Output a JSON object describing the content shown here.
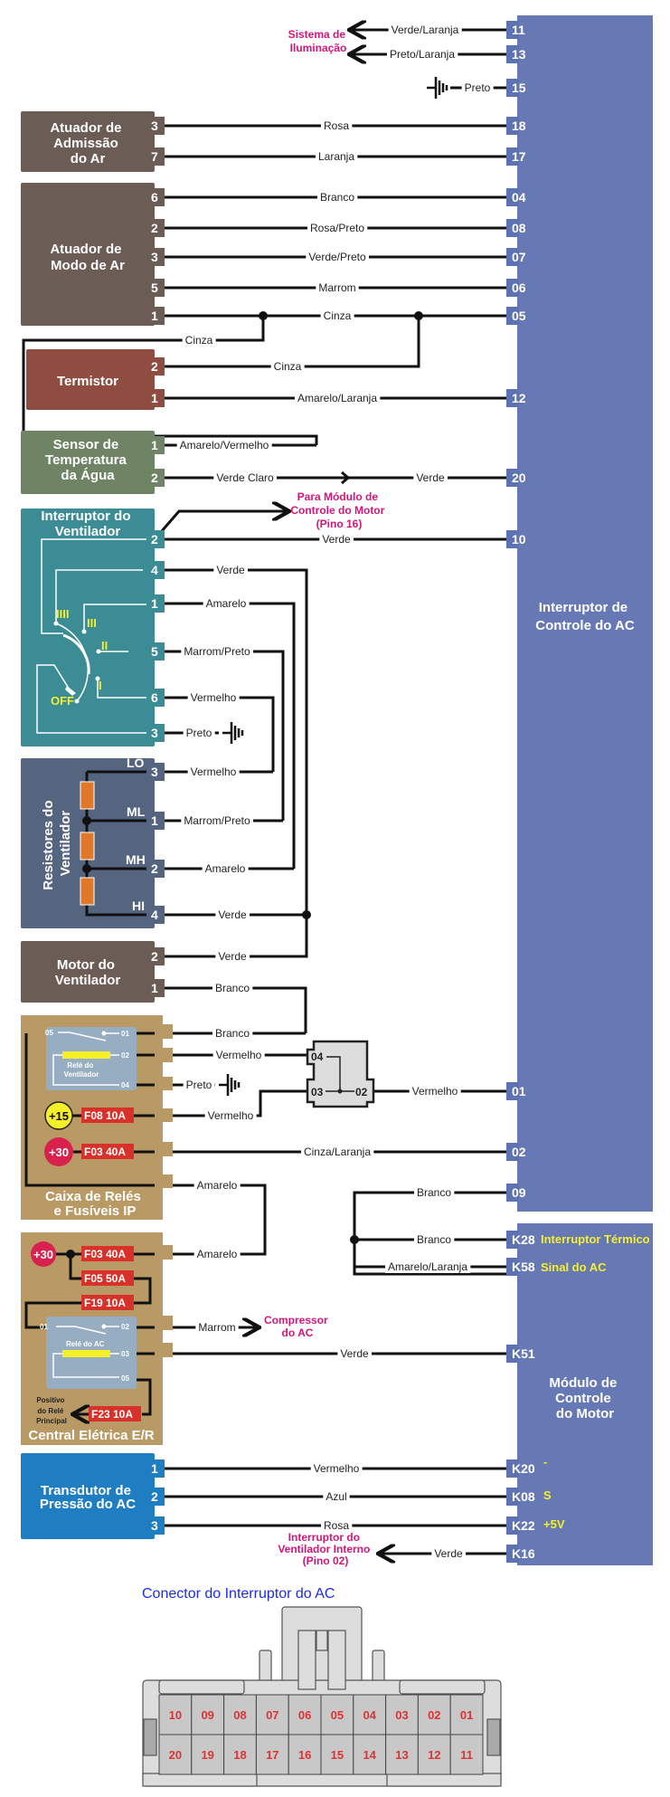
{
  "colors": {
    "module_blue": "#6779b5",
    "pin_blue": "#5d72b3",
    "brown": "#6b5c55",
    "termistor": "#8f4d42",
    "sensor_green": "#6f8465",
    "switch_teal": "#3c8c95",
    "resistor_slate": "#55657f",
    "relay_box": "#b99a65",
    "relay_inner": "#97adc2",
    "transducer_blue": "#1f7dc2",
    "fuse_red": "#d8312a",
    "note_magenta": "#d4157a",
    "label_yellow": "#f6f02a",
    "connector_title": "#1a2ce6"
  },
  "modules": {
    "ac_control": {
      "title": [
        "Interruptor de",
        "Controle do AC"
      ]
    },
    "engine_control": {
      "title": [
        "Módulo de",
        "Controle",
        "do Motor"
      ]
    }
  },
  "notes": {
    "lighting": [
      "Sistema de",
      "Iluminação"
    ],
    "to_ecm": [
      "Para Módulo de",
      "Controle do Motor",
      "(Pino 16)"
    ],
    "compressor": [
      "Compressor",
      "do AC"
    ],
    "internal_fan": [
      "Interruptor do",
      "Ventilador Interno",
      "(Pino 02)"
    ],
    "main_relay": [
      "Positivo",
      "do Relé",
      "Principal"
    ]
  },
  "components": {
    "intake": {
      "title": [
        "Atuador de",
        "Admissão",
        "do Ar"
      ]
    },
    "mode": {
      "title": [
        "Atuador de",
        "Modo de Ar"
      ]
    },
    "termistor": {
      "title": [
        "Termistor"
      ]
    },
    "water_sensor": {
      "title": [
        "Sensor de",
        "Temperatura",
        "da Água"
      ]
    },
    "fan_switch": {
      "title": [
        "Interruptor do",
        "Ventilador"
      ],
      "positions": [
        "IIII",
        "III",
        "II",
        "I",
        "OFF"
      ]
    },
    "resistors": {
      "title": [
        "Resistores do",
        "Ventilador"
      ],
      "taps": [
        "LO",
        "ML",
        "MH",
        "HI"
      ]
    },
    "fan_motor": {
      "title": [
        "Motor do",
        "Ventilador"
      ]
    },
    "ip_box": {
      "title": [
        "Caixa de Relés",
        "e Fusíveis IP"
      ],
      "relay_label": [
        "Relé do",
        "Ventilador"
      ],
      "relay_pins": [
        "05",
        "01",
        "02",
        "04"
      ],
      "sources": [
        "+15",
        "+30"
      ],
      "fuses": [
        "F08 10A",
        "F03 40A"
      ]
    },
    "er_box": {
      "title": [
        "Central Elétrica E/R"
      ],
      "relay_label": [
        "Relé do AC"
      ],
      "relay_pins": [
        "01",
        "02",
        "03",
        "05"
      ],
      "source": "+30",
      "fuses": [
        "F03 40A",
        "F05 50A",
        "F19 10A",
        "F23 10A"
      ]
    },
    "transducer": {
      "title": [
        "Transdutor de",
        "Pressão do AC"
      ]
    },
    "diode_block": {
      "pins": [
        "04",
        "03",
        "02"
      ]
    }
  },
  "wires": [
    {
      "from": "",
      "from_pin": "",
      "to_pin": "11",
      "label": "Verde/Laranja"
    },
    {
      "from": "",
      "from_pin": "",
      "to_pin": "13",
      "label": "Preto/Laranja"
    },
    {
      "from": "ground",
      "from_pin": "",
      "to_pin": "15",
      "label": "Preto"
    },
    {
      "from": "intake",
      "from_pin": "3",
      "to_pin": "18",
      "label": "Rosa"
    },
    {
      "from": "intake",
      "from_pin": "7",
      "to_pin": "17",
      "label": "Laranja"
    },
    {
      "from": "mode",
      "from_pin": "6",
      "to_pin": "04",
      "label": "Branco"
    },
    {
      "from": "mode",
      "from_pin": "2",
      "to_pin": "08",
      "label": "Rosa/Preto"
    },
    {
      "from": "mode",
      "from_pin": "3",
      "to_pin": "07",
      "label": "Verde/Preto"
    },
    {
      "from": "mode",
      "from_pin": "5",
      "to_pin": "06",
      "label": "Marrom"
    },
    {
      "from": "mode",
      "from_pin": "1",
      "to_pin": "05",
      "label": "Cinza"
    },
    {
      "from": "splice",
      "from_pin": "",
      "to_pin": "",
      "label": "Cinza"
    },
    {
      "from": "termistor",
      "from_pin": "2",
      "to_pin": "",
      "label": "Cinza"
    },
    {
      "from": "termistor",
      "from_pin": "1",
      "to_pin": "12",
      "label": "Amarelo/Laranja"
    },
    {
      "from": "water_sensor",
      "from_pin": "1",
      "to_pin": "",
      "label": "Amarelo/Vermelho"
    },
    {
      "from": "water_sensor",
      "from_pin": "2",
      "to_pin": "20",
      "label": "Verde Claro",
      "label2": "Verde"
    },
    {
      "from": "fan_switch",
      "from_pin": "2",
      "to_pin": "10",
      "label": "Verde"
    },
    {
      "from": "fan_switch",
      "from_pin": "4",
      "to_pin": "",
      "label": "Verde"
    },
    {
      "from": "fan_switch",
      "from_pin": "1",
      "to_pin": "",
      "label": "Amarelo"
    },
    {
      "from": "fan_switch",
      "from_pin": "5",
      "to_pin": "",
      "label": "Marrom/Preto"
    },
    {
      "from": "fan_switch",
      "from_pin": "6",
      "to_pin": "",
      "label": "Vermelho"
    },
    {
      "from": "fan_switch",
      "from_pin": "3",
      "to_pin": "",
      "label": "Preto"
    },
    {
      "from": "resistors",
      "from_pin": "3",
      "to_pin": "",
      "label": "Vermelho"
    },
    {
      "from": "resistors",
      "from_pin": "1",
      "to_pin": "",
      "label": "Marrom/Preto"
    },
    {
      "from": "resistors",
      "from_pin": "2",
      "to_pin": "",
      "label": "Amarelo"
    },
    {
      "from": "resistors",
      "from_pin": "4",
      "to_pin": "",
      "label": "Verde"
    },
    {
      "from": "fan_motor",
      "from_pin": "2",
      "to_pin": "",
      "label": "Verde"
    },
    {
      "from": "fan_motor",
      "from_pin": "1",
      "to_pin": "",
      "label": "Branco"
    },
    {
      "from": "ip_box",
      "from_pin": "01",
      "to_pin": "",
      "label": "Branco"
    },
    {
      "from": "ip_box",
      "from_pin": "02",
      "to_pin": "",
      "label": "Vermelho"
    },
    {
      "from": "ip_box",
      "from_pin": "04",
      "to_pin": "",
      "label": "Preto"
    },
    {
      "from": "ip_box",
      "from_pin": "F08",
      "to_pin": "",
      "label": "Vermelho"
    },
    {
      "from": "diode_block",
      "from_pin": "02",
      "to_pin": "01",
      "label": "Vermelho"
    },
    {
      "from": "ip_box",
      "from_pin": "F03",
      "to_pin": "02",
      "label": "Cinza/Laranja"
    },
    {
      "from": "ip_box",
      "from_pin": "",
      "to_pin": "",
      "label": "Amarelo"
    },
    {
      "from": "",
      "from_pin": "",
      "to_pin": "09",
      "label": "Branco"
    },
    {
      "from": "",
      "from_pin": "",
      "to_pin": "K28",
      "label": "Branco"
    },
    {
      "from": "",
      "from_pin": "",
      "to_pin": "K58",
      "label": "Amarelo/Laranja"
    },
    {
      "from": "er_box",
      "from_pin": "F03",
      "to_pin": "",
      "label": "Amarelo"
    },
    {
      "from": "er_box",
      "from_pin": "02",
      "to_pin": "",
      "label": "Marrom"
    },
    {
      "from": "er_box",
      "from_pin": "03",
      "to_pin": "K51",
      "label": "Verde"
    },
    {
      "from": "transducer",
      "from_pin": "1",
      "to_pin": "K20",
      "label": "Vermelho"
    },
    {
      "from": "transducer",
      "from_pin": "2",
      "to_pin": "K08",
      "label": "Azul"
    },
    {
      "from": "transducer",
      "from_pin": "3",
      "to_pin": "K22",
      "label": "Rosa"
    },
    {
      "from": "",
      "from_pin": "",
      "to_pin": "K16",
      "label": "Verde"
    }
  ],
  "ecm_pin_notes": {
    "K28": "Interruptor Térmico",
    "K58": "Sinal do AC",
    "K20": "-",
    "K08": "S",
    "K22": "+5V"
  },
  "connector": {
    "title": "Conector do Interruptor do AC",
    "top_row": [
      "10",
      "09",
      "08",
      "07",
      "06",
      "05",
      "04",
      "03",
      "02",
      "01"
    ],
    "bottom_row": [
      "20",
      "19",
      "18",
      "17",
      "16",
      "15",
      "14",
      "13",
      "12",
      "11"
    ]
  }
}
